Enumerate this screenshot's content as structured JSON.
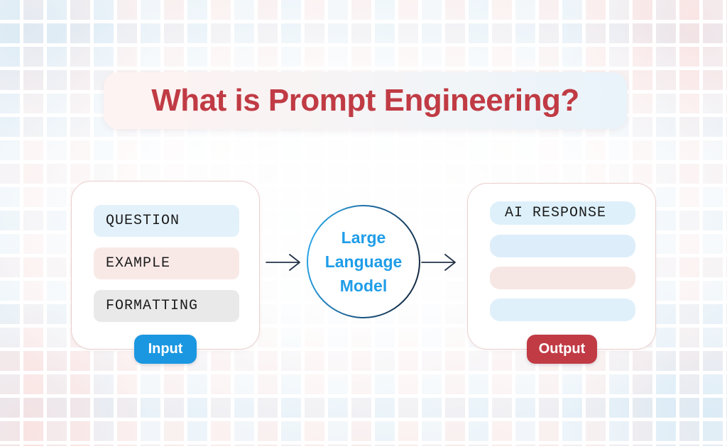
{
  "title": {
    "text": "What is Prompt Engineering?"
  },
  "input_card": {
    "items": [
      "QUESTION",
      "EXAMPLE",
      "FORMATTING"
    ],
    "badge": "Input"
  },
  "model": {
    "lines": [
      "Large",
      "Language",
      "Model"
    ]
  },
  "output_card": {
    "response_label": "AI RESPONSE",
    "placeholder_count": 3,
    "badge": "Output"
  },
  "colors": {
    "title_red": "#c03b44",
    "badge_blue": "#1b97e1",
    "badge_red": "#c13b45",
    "model_text_blue": "#1f9de8",
    "row_blue": "#e3f1fa",
    "row_pink": "#f8e9e7",
    "row_gray": "#e9e9ea",
    "card_border": "#e9d0cd",
    "arrow": "#233247"
  }
}
